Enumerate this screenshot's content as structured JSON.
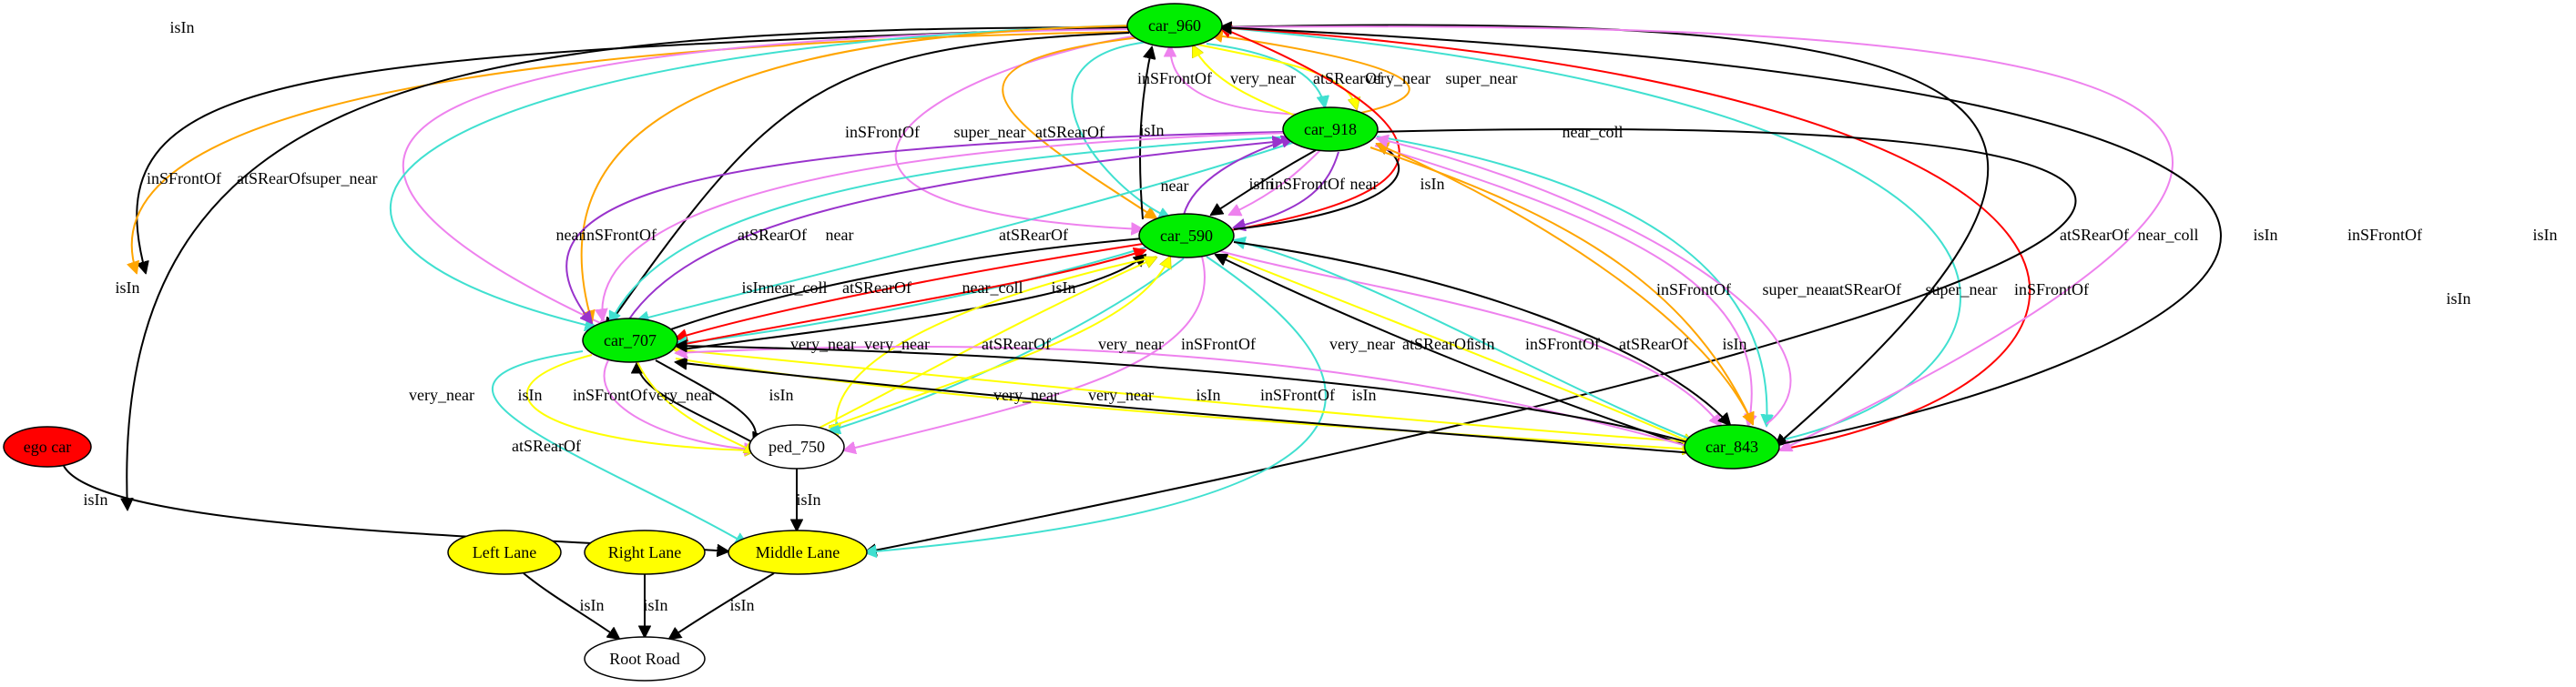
{
  "colors": {
    "ego": "#ff0000",
    "car": "#00ee00",
    "lane": "#ffff00",
    "plain": "#ffffff",
    "isIn": "#000000",
    "near": "#9933cc",
    "super_near": "#ffa500",
    "very_near": "#ffff00",
    "near_coll": "#ff0000",
    "inSFrontOf": "#ee82ee",
    "atSRearOf": "#40e0d0"
  },
  "nodes": [
    {
      "id": "ego_car",
      "label": "ego car",
      "kind": "ego"
    },
    {
      "id": "car_960",
      "label": "car_960",
      "kind": "car"
    },
    {
      "id": "car_918",
      "label": "car_918",
      "kind": "car"
    },
    {
      "id": "car_590",
      "label": "car_590",
      "kind": "car"
    },
    {
      "id": "car_707",
      "label": "car_707",
      "kind": "car"
    },
    {
      "id": "car_843",
      "label": "car_843",
      "kind": "car"
    },
    {
      "id": "ped_750",
      "label": "ped_750",
      "kind": "plain"
    },
    {
      "id": "left_lane",
      "label": "Left Lane",
      "kind": "lane"
    },
    {
      "id": "right_lane",
      "label": "Right Lane",
      "kind": "lane"
    },
    {
      "id": "middle_lane",
      "label": "Middle Lane",
      "kind": "lane"
    },
    {
      "id": "root_road",
      "label": "Root Road",
      "kind": "plain"
    }
  ],
  "edges": [
    {
      "from": "ego_car",
      "to": "middle_lane",
      "label": "isIn",
      "rel": "isIn"
    },
    {
      "from": "left_lane",
      "to": "root_road",
      "label": "isIn",
      "rel": "isIn"
    },
    {
      "from": "right_lane",
      "to": "root_road",
      "label": "isIn",
      "rel": "isIn"
    },
    {
      "from": "middle_lane",
      "to": "root_road",
      "label": "isIn",
      "rel": "isIn"
    },
    {
      "from": "ped_750",
      "to": "middle_lane",
      "label": "isIn",
      "rel": "isIn"
    },
    {
      "from": "car_960",
      "to": "middle_lane",
      "label": "isIn",
      "rel": "isIn"
    },
    {
      "from": "car_960",
      "to": "car_707",
      "label": "super_near",
      "rel": "super_near"
    },
    {
      "from": "car_960",
      "to": "car_707",
      "label": "isIn",
      "rel": "isIn"
    },
    {
      "from": "car_960",
      "to": "car_707",
      "label": "inSFrontOf",
      "rel": "inSFrontOf"
    },
    {
      "from": "car_960",
      "to": "car_707",
      "label": "atSRearOf",
      "rel": "atSRearOf"
    },
    {
      "from": "car_960",
      "to": "car_707",
      "label": "super_near",
      "rel": "super_near"
    },
    {
      "from": "car_960",
      "to": "car_590",
      "label": "isIn",
      "rel": "isIn"
    },
    {
      "from": "car_960",
      "to": "car_590",
      "label": "inSFrontOf",
      "rel": "inSFrontOf"
    },
    {
      "from": "car_960",
      "to": "car_590",
      "label": "super_near",
      "rel": "super_near"
    },
    {
      "from": "car_590",
      "to": "car_960",
      "label": "atSRearOf",
      "rel": "atSRearOf"
    },
    {
      "from": "car_918",
      "to": "car_960",
      "label": "isIn",
      "rel": "isIn"
    },
    {
      "from": "car_918",
      "to": "car_960",
      "label": "inSFrontOf",
      "rel": "inSFrontOf"
    },
    {
      "from": "car_960",
      "to": "car_918",
      "label": "very_near",
      "rel": "very_near"
    },
    {
      "from": "car_960",
      "to": "car_918",
      "label": "atSRearOf",
      "rel": "atSRearOf"
    },
    {
      "from": "car_918",
      "to": "car_960",
      "label": "very_near",
      "rel": "very_near"
    },
    {
      "from": "car_590",
      "to": "car_960",
      "label": "super_near",
      "rel": "super_near"
    },
    {
      "from": "car_843",
      "to": "car_960",
      "label": "near_coll",
      "rel": "near_coll"
    },
    {
      "from": "car_843",
      "to": "car_960",
      "label": "atSRearOf",
      "rel": "atSRearOf"
    },
    {
      "from": "car_960",
      "to": "car_843",
      "label": "near_coll",
      "rel": "near_coll"
    },
    {
      "from": "car_960",
      "to": "car_843",
      "label": "isIn",
      "rel": "isIn"
    },
    {
      "from": "car_843",
      "to": "car_960",
      "label": "inSFrontOf",
      "rel": "inSFrontOf"
    },
    {
      "from": "car_918",
      "to": "middle_lane",
      "label": "isIn",
      "rel": "isIn"
    },
    {
      "from": "car_918",
      "to": "car_707",
      "label": "isIn",
      "rel": "isIn"
    },
    {
      "from": "car_918",
      "to": "car_707",
      "label": "near",
      "rel": "near"
    },
    {
      "from": "car_918",
      "to": "car_707",
      "label": "inSFrontOf",
      "rel": "inSFrontOf"
    },
    {
      "from": "car_707",
      "to": "car_918",
      "label": "atSRearOf",
      "rel": "atSRearOf"
    },
    {
      "from": "car_918",
      "to": "car_707",
      "label": "near",
      "rel": "near"
    },
    {
      "from": "car_590",
      "to": "car_918",
      "label": "atSRearOf",
      "rel": "atSRearOf"
    },
    {
      "from": "car_918",
      "to": "car_590",
      "label": "near",
      "rel": "near"
    },
    {
      "from": "car_918",
      "to": "car_590",
      "label": "isIn",
      "rel": "isIn"
    },
    {
      "from": "car_918",
      "to": "car_590",
      "label": "inSFrontOf",
      "rel": "inSFrontOf"
    },
    {
      "from": "car_590",
      "to": "car_918",
      "label": "near",
      "rel": "near"
    },
    {
      "from": "car_918",
      "to": "car_843",
      "label": "isIn",
      "rel": "isIn"
    },
    {
      "from": "car_918",
      "to": "car_843",
      "label": "inSFrontOf",
      "rel": "inSFrontOf"
    },
    {
      "from": "car_918",
      "to": "car_843",
      "label": "super_near",
      "rel": "super_near"
    },
    {
      "from": "car_843",
      "to": "car_918",
      "label": "atSRearOf",
      "rel": "atSRearOf"
    },
    {
      "from": "car_843",
      "to": "car_918",
      "label": "super_near",
      "rel": "super_near"
    },
    {
      "from": "car_590",
      "to": "car_707",
      "label": "inSFrontOf",
      "rel": "inSFrontOf"
    },
    {
      "from": "car_590",
      "to": "car_707",
      "label": "isIn",
      "rel": "isIn"
    },
    {
      "from": "car_590",
      "to": "car_707",
      "label": "near_coll",
      "rel": "near_coll"
    },
    {
      "from": "car_707",
      "to": "car_590",
      "label": "atSRearOf",
      "rel": "atSRearOf"
    },
    {
      "from": "car_707",
      "to": "car_590",
      "label": "near_coll",
      "rel": "near_coll"
    },
    {
      "from": "car_590",
      "to": "ped_750",
      "label": "isIn",
      "rel": "isIn"
    },
    {
      "from": "car_590",
      "to": "ped_750",
      "label": "inSFrontOf",
      "rel": "inSFrontOf"
    },
    {
      "from": "ped_750",
      "to": "car_590",
      "label": "very_near",
      "rel": "very_near"
    },
    {
      "from": "car_590",
      "to": "ped_750",
      "label": "very_near",
      "rel": "very_near"
    },
    {
      "from": "ped_750",
      "to": "car_590",
      "label": "atSRearOf",
      "rel": "atSRearOf"
    },
    {
      "from": "car_590",
      "to": "car_843",
      "label": "very_near",
      "rel": "very_near"
    },
    {
      "from": "car_843",
      "to": "car_590",
      "label": "very_near",
      "rel": "very_near"
    },
    {
      "from": "car_590",
      "to": "car_843",
      "label": "isIn",
      "rel": "isIn"
    },
    {
      "from": "car_843",
      "to": "car_590",
      "label": "inSFrontOf",
      "rel": "inSFrontOf"
    },
    {
      "from": "car_590",
      "to": "car_843",
      "label": "atSRearOf",
      "rel": "atSRearOf"
    },
    {
      "from": "car_590",
      "to": "middle_lane",
      "label": "isIn",
      "rel": "isIn"
    },
    {
      "from": "car_707",
      "to": "ped_750",
      "label": "atSRearOf",
      "rel": "atSRearOf"
    },
    {
      "from": "ped_750",
      "to": "car_707",
      "label": "very_near",
      "rel": "very_near"
    },
    {
      "from": "car_707",
      "to": "ped_750",
      "label": "isIn",
      "rel": "isIn"
    },
    {
      "from": "car_707",
      "to": "ped_750",
      "label": "inSFrontOf",
      "rel": "inSFrontOf"
    },
    {
      "from": "car_707",
      "to": "ped_750",
      "label": "very_near",
      "rel": "very_near"
    },
    {
      "from": "car_707",
      "to": "middle_lane",
      "label": "isIn",
      "rel": "isIn"
    },
    {
      "from": "car_843",
      "to": "car_707",
      "label": "atSRearOf",
      "rel": "atSRearOf"
    },
    {
      "from": "car_707",
      "to": "car_843",
      "label": "very_near",
      "rel": "very_near"
    },
    {
      "from": "car_843",
      "to": "car_707",
      "label": "very_near",
      "rel": "very_near"
    },
    {
      "from": "car_843",
      "to": "car_707",
      "label": "isIn",
      "rel": "isIn"
    },
    {
      "from": "car_843",
      "to": "car_707",
      "label": "inSFrontOf",
      "rel": "inSFrontOf"
    },
    {
      "from": "car_843",
      "to": "middle_lane",
      "label": "isIn",
      "rel": "isIn"
    }
  ]
}
